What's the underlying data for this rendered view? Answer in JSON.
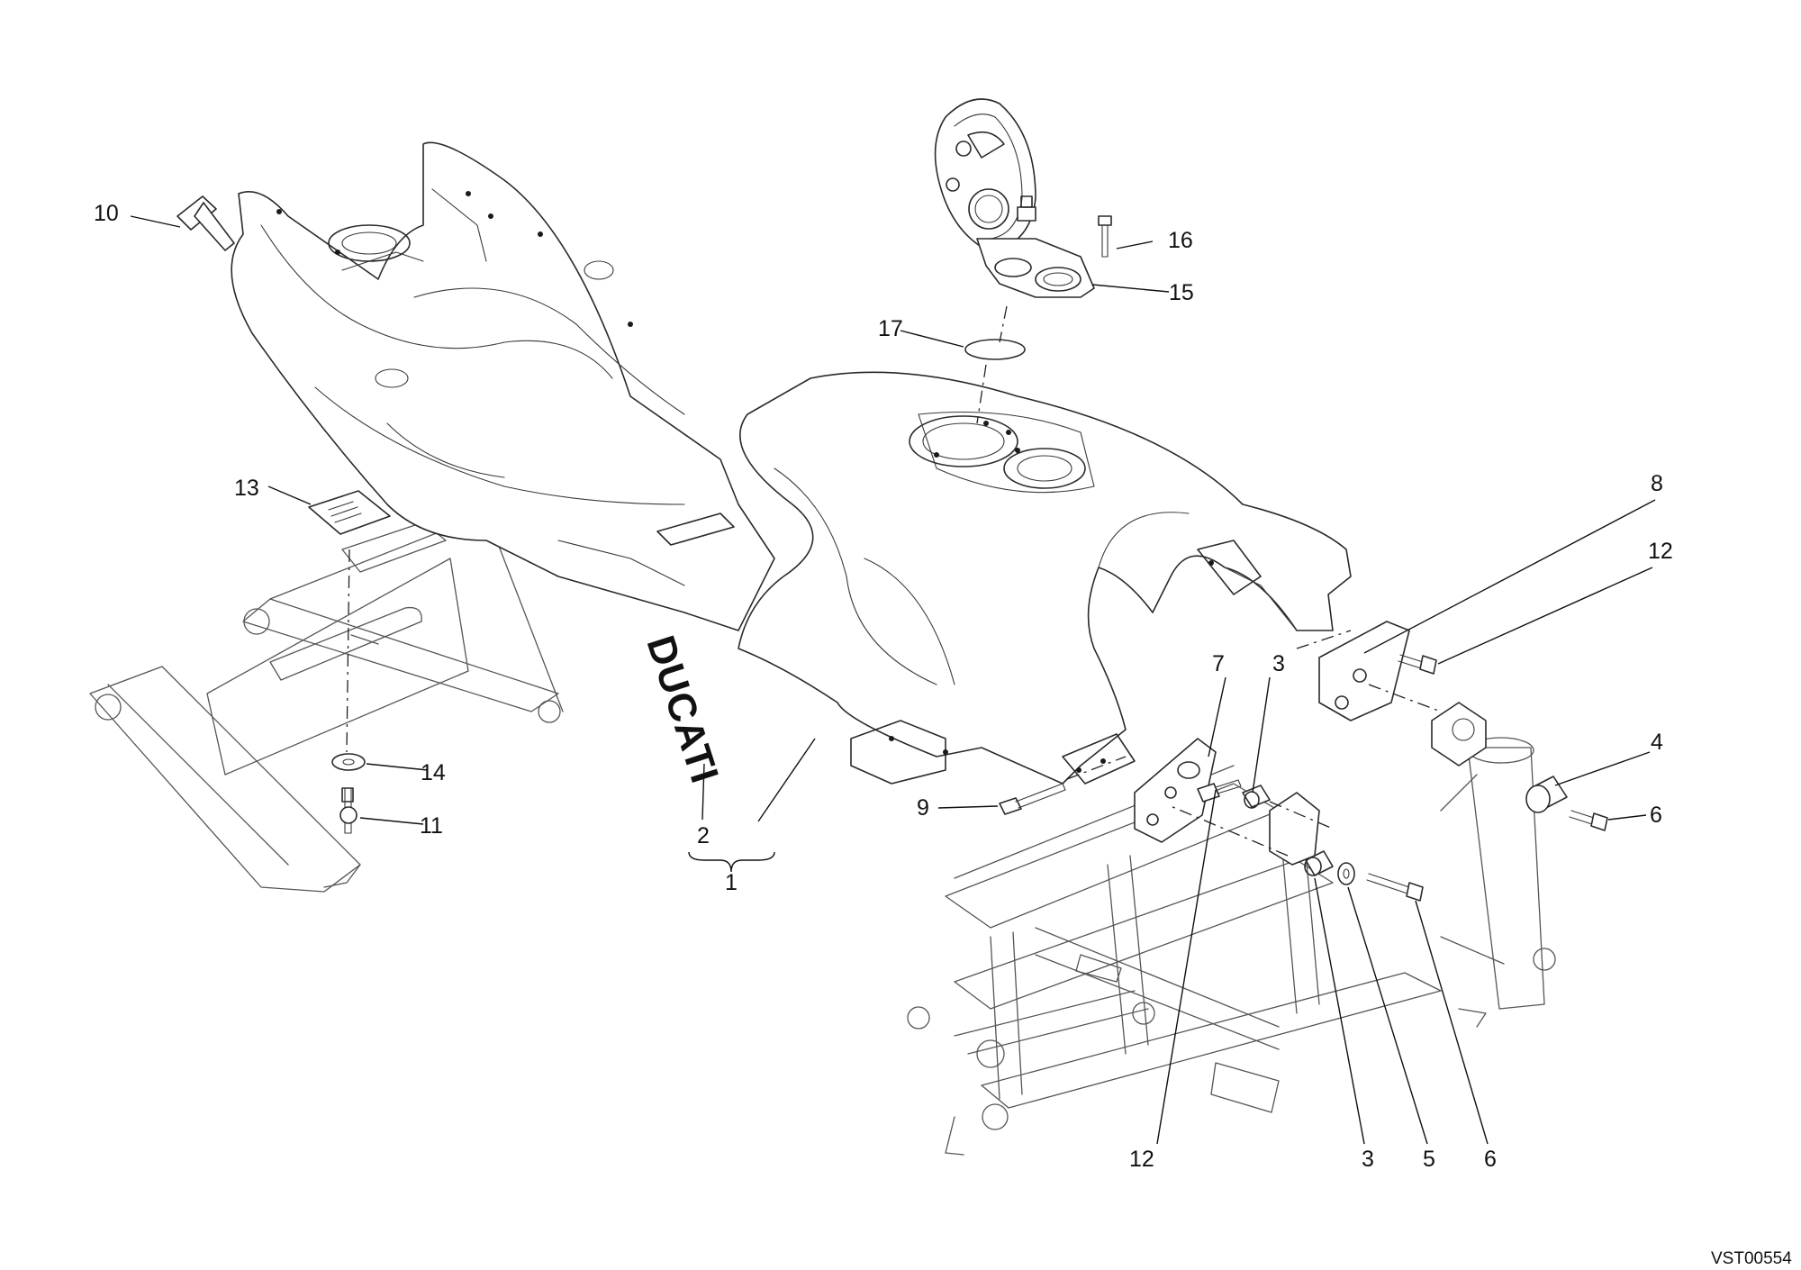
{
  "decal_text": "DUCATI",
  "drawing_code": "VST00554",
  "callouts": {
    "c1": "1",
    "c2": "2",
    "c3a": "3",
    "c3b": "3",
    "c4": "4",
    "c5": "5",
    "c6a": "6",
    "c6b": "6",
    "c7": "7",
    "c8": "8",
    "c9": "9",
    "c10": "10",
    "c11": "11",
    "c12a": "12",
    "c12b": "12",
    "c13": "13",
    "c14": "14",
    "c15": "15",
    "c16": "16",
    "c17": "17"
  }
}
